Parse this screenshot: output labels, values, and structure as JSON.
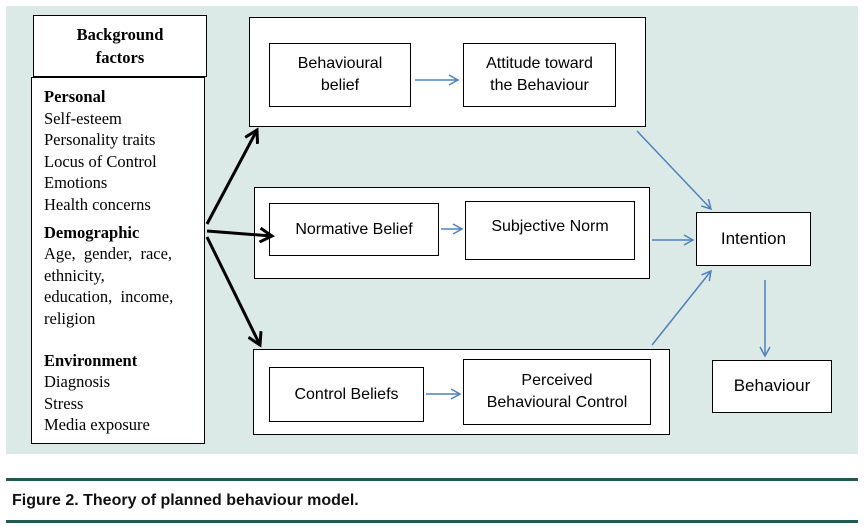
{
  "background": {
    "title": "Background\nfactors",
    "groups": [
      {
        "heading": "Personal",
        "items": [
          "Self-esteem",
          "Personality traits",
          "Locus of Control",
          "Emotions",
          "Health concerns"
        ]
      },
      {
        "heading": "Demographic",
        "items": [
          "Age,  gender,  race,",
          "ethnicity,",
          "education,  income,",
          "religion"
        ]
      },
      {
        "heading": "Environment",
        "items": [
          "Diagnosis",
          "Stress",
          "Media exposure"
        ]
      }
    ]
  },
  "nodes": {
    "behavioural_belief": "Behavioural\nbelief",
    "attitude": "Attitude toward\nthe Behaviour",
    "normative_belief": "Normative Belief",
    "subjective_norm": "Subjective Norm",
    "control_beliefs": "Control Beliefs",
    "perceived_control": "Perceived\nBehavioural Control",
    "intention": "Intention",
    "behaviour": "Behaviour"
  },
  "caption": "Figure 2. Theory of planned behaviour model.",
  "colors": {
    "panel": "#dceae7",
    "blue_arrow": "#4f81bd",
    "black_arrow": "#000000",
    "rule": "#1e5c52"
  }
}
